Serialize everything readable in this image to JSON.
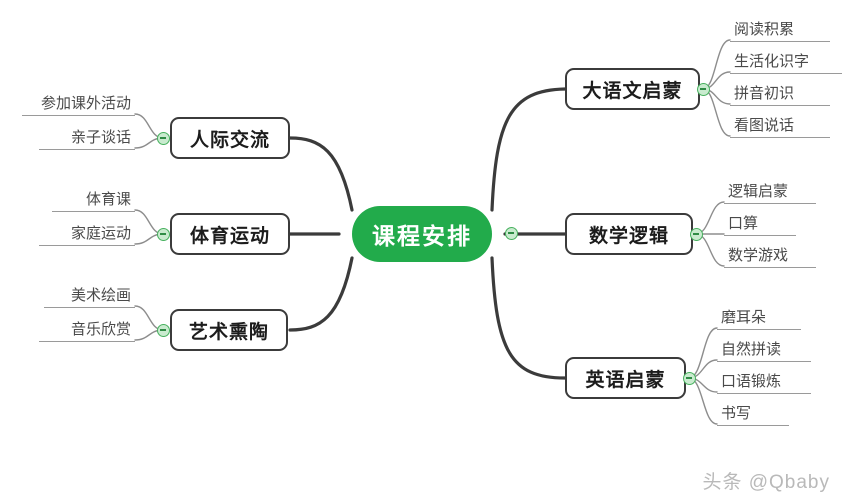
{
  "mindmap": {
    "central": {
      "label": "课程安排",
      "color": "#22ab4b"
    },
    "node_border_color": "#3b3b3b",
    "leaf_underline_color": "#9a9a9a",
    "toggle_icon": "collapse-toggle-icon",
    "right_branches": [
      {
        "label": "大语文启蒙",
        "leaves": [
          "阅读积累",
          "生活化识字",
          "拼音初识",
          "看图说话"
        ]
      },
      {
        "label": "数学逻辑",
        "leaves": [
          "逻辑启蒙",
          "口算",
          "数学游戏"
        ]
      },
      {
        "label": "英语启蒙",
        "leaves": [
          "磨耳朵",
          "自然拼读",
          "口语锻炼",
          "书写"
        ]
      }
    ],
    "left_branches": [
      {
        "label": "人际交流",
        "leaves": [
          "参加课外活动",
          "亲子谈话"
        ]
      },
      {
        "label": "体育运动",
        "leaves": [
          "体育课",
          "家庭运动"
        ]
      },
      {
        "label": "艺术熏陶",
        "leaves": [
          "美术绘画",
          "音乐欣赏"
        ]
      }
    ]
  },
  "watermark": {
    "text": "头条 @Qbaby"
  }
}
